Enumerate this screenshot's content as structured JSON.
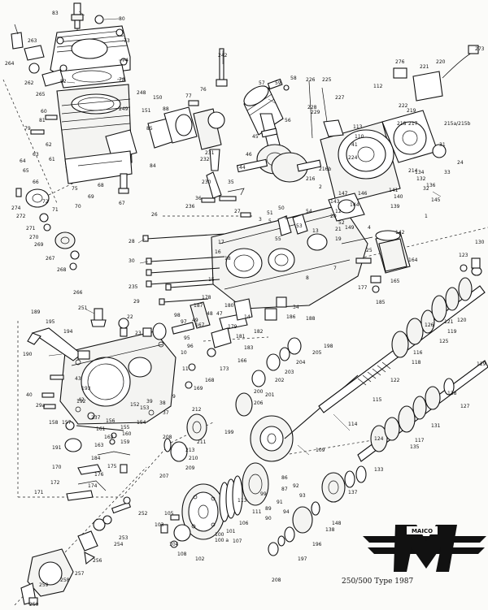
{
  "caption": "250/500 Type 1987",
  "logo_text": "MAICO",
  "callouts": [
    {
      "id": "c83",
      "label": "83"
    },
    {
      "id": "c80",
      "label": "80"
    },
    {
      "id": "c73",
      "label": "73"
    },
    {
      "id": "c74",
      "label": "74"
    },
    {
      "id": "c78",
      "label": "78"
    },
    {
      "id": "c82",
      "label": "82"
    },
    {
      "id": "c60",
      "label": "60"
    },
    {
      "id": "c79",
      "label": "79"
    },
    {
      "id": "c81",
      "label": "81"
    },
    {
      "id": "c75",
      "label": "75"
    },
    {
      "id": "c67",
      "label": "67"
    },
    {
      "id": "c242",
      "label": "242"
    },
    {
      "id": "c57",
      "label": "57"
    },
    {
      "id": "c59",
      "label": "59"
    },
    {
      "id": "c58",
      "label": "58"
    },
    {
      "id": "c56",
      "label": "56"
    },
    {
      "id": "c46",
      "label": "46"
    },
    {
      "id": "c44",
      "label": "44"
    },
    {
      "id": "c230",
      "label": "230"
    },
    {
      "id": "c84",
      "label": "84"
    },
    {
      "id": "c226",
      "label": "226"
    },
    {
      "id": "c225",
      "label": "225"
    },
    {
      "id": "c227",
      "label": "227"
    },
    {
      "id": "c228",
      "label": "228"
    },
    {
      "id": "c112",
      "label": "112"
    },
    {
      "id": "c276",
      "label": "276"
    },
    {
      "id": "c221",
      "label": "221"
    },
    {
      "id": "c220",
      "label": "220"
    },
    {
      "id": "c273",
      "label": "273"
    },
    {
      "id": "c222",
      "label": "222"
    },
    {
      "id": "c215a",
      "label": "215a/215b"
    },
    {
      "id": "c31",
      "label": "31"
    },
    {
      "id": "c33",
      "label": "33"
    },
    {
      "id": "c164",
      "label": "164"
    },
    {
      "id": "c274",
      "label": "274"
    },
    {
      "id": "c272",
      "label": "272"
    },
    {
      "id": "c271",
      "label": "271"
    },
    {
      "id": "c270",
      "label": "270"
    },
    {
      "id": "c269",
      "label": "269"
    },
    {
      "id": "c267",
      "label": "267"
    },
    {
      "id": "c268",
      "label": "268"
    },
    {
      "id": "c266",
      "label": "266"
    },
    {
      "id": "c28",
      "label": "28"
    },
    {
      "id": "c30",
      "label": "30"
    },
    {
      "id": "c235",
      "label": "235"
    },
    {
      "id": "c29",
      "label": "29"
    },
    {
      "id": "c251",
      "label": "251"
    },
    {
      "id": "c189",
      "label": "189"
    },
    {
      "id": "c190",
      "label": "190"
    },
    {
      "id": "c195",
      "label": "195"
    },
    {
      "id": "c194",
      "label": "194"
    },
    {
      "id": "c22",
      "label": "22"
    },
    {
      "id": "c23",
      "label": "23"
    },
    {
      "id": "c40",
      "label": "40"
    },
    {
      "id": "c29a",
      "label": "29a"
    },
    {
      "id": "c158",
      "label": "158"
    },
    {
      "id": "c157",
      "label": "157"
    },
    {
      "id": "c155",
      "label": "155"
    },
    {
      "id": "c160",
      "label": "160"
    },
    {
      "id": "c159",
      "label": "159"
    },
    {
      "id": "c191",
      "label": "191"
    },
    {
      "id": "c170",
      "label": "170"
    },
    {
      "id": "c171",
      "label": "171"
    },
    {
      "id": "c172",
      "label": "172"
    },
    {
      "id": "c208",
      "label": "208"
    },
    {
      "id": "c207",
      "label": "207"
    },
    {
      "id": "c212",
      "label": "212"
    },
    {
      "id": "c199",
      "label": "199"
    },
    {
      "id": "c114",
      "label": "114"
    },
    {
      "id": "c109",
      "label": "109"
    },
    {
      "id": "c99",
      "label": "99"
    },
    {
      "id": "c86",
      "label": "86"
    },
    {
      "id": "c102",
      "label": "102"
    },
    {
      "id": "c100",
      "label": "100\n100 a"
    },
    {
      "id": "c103",
      "label": "103"
    },
    {
      "id": "c105",
      "label": "105"
    },
    {
      "id": "c252",
      "label": "252"
    },
    {
      "id": "c253",
      "label": "253"
    },
    {
      "id": "c254",
      "label": "254"
    },
    {
      "id": "c256",
      "label": "256"
    },
    {
      "id": "c257",
      "label": "257"
    },
    {
      "id": "c258",
      "label": "258"
    },
    {
      "id": "c259",
      "label": "259"
    },
    {
      "id": "c250",
      "label": "250"
    },
    {
      "id": "c130",
      "label": "130"
    },
    {
      "id": "c123",
      "label": "123"
    },
    {
      "id": "c127",
      "label": "127"
    },
    {
      "id": "c129",
      "label": "129"
    },
    {
      "id": "c128",
      "label": "128"
    },
    {
      "id": "c117",
      "label": "117"
    },
    {
      "id": "c131",
      "label": "131"
    },
    {
      "id": "c135",
      "label": "135"
    },
    {
      "id": "c133",
      "label": "133"
    },
    {
      "id": "c137",
      "label": "137"
    },
    {
      "id": "c138",
      "label": "138"
    },
    {
      "id": "c148",
      "label": "148"
    },
    {
      "id": "c197",
      "label": "197"
    },
    {
      "id": "c196",
      "label": "196"
    },
    {
      "id": "c208b",
      "label": "208"
    },
    {
      "id": "c122",
      "label": "122"
    },
    {
      "id": "c115",
      "label": "115"
    },
    {
      "id": "c118",
      "label": "118"
    },
    {
      "id": "c116",
      "label": "116"
    },
    {
      "id": "c126",
      "label": "126"
    },
    {
      "id": "c121",
      "label": "121"
    },
    {
      "id": "c125",
      "label": "125"
    },
    {
      "id": "c119",
      "label": "119"
    },
    {
      "id": "c124",
      "label": "124"
    },
    {
      "id": "c113",
      "label": "113"
    },
    {
      "id": "c110",
      "label": "110"
    },
    {
      "id": "c41",
      "label": "41"
    },
    {
      "id": "c216b",
      "label": "216b"
    },
    {
      "id": "c217",
      "label": "217"
    },
    {
      "id": "c218",
      "label": "218"
    },
    {
      "id": "c143",
      "label": "143"
    },
    {
      "id": "c145",
      "label": "145"
    },
    {
      "id": "c142",
      "label": "142"
    },
    {
      "id": "c165",
      "label": "165"
    },
    {
      "id": "c185",
      "label": "185"
    },
    {
      "id": "c188",
      "label": "188"
    },
    {
      "id": "c198",
      "label": "198"
    },
    {
      "id": "c205",
      "label": "205"
    },
    {
      "id": "c204",
      "label": "204"
    },
    {
      "id": "c203",
      "label": "203"
    },
    {
      "id": "c202",
      "label": "202"
    },
    {
      "id": "c201",
      "label": "201"
    },
    {
      "id": "c168",
      "label": "168"
    },
    {
      "id": "c173",
      "label": "173"
    },
    {
      "id": "c166",
      "label": "166"
    },
    {
      "id": "c184",
      "label": "184"
    },
    {
      "id": "c175",
      "label": "175"
    },
    {
      "id": "c176",
      "label": "176"
    },
    {
      "id": "c113b",
      "label": "113"
    },
    {
      "id": "c111",
      "label": "111"
    },
    {
      "id": "c106",
      "label": "106"
    },
    {
      "id": "c101",
      "label": "101"
    },
    {
      "id": "c108",
      "label": "108"
    },
    {
      "id": "c104",
      "label": "104"
    },
    {
      "id": "c209",
      "label": "209"
    },
    {
      "id": "c210",
      "label": "210"
    },
    {
      "id": "c36",
      "label": "36"
    },
    {
      "id": "c35",
      "label": "35"
    },
    {
      "id": "c27",
      "label": "27"
    },
    {
      "id": "c88",
      "label": "88"
    },
    {
      "id": "c85",
      "label": "85"
    },
    {
      "id": "c248",
      "label": "248"
    },
    {
      "id": "c249",
      "label": "249"
    },
    {
      "id": "c77",
      "label": "77"
    },
    {
      "id": "c76",
      "label": "76"
    },
    {
      "id": "c264",
      "label": "264"
    },
    {
      "id": "c263",
      "label": "263"
    },
    {
      "id": "c262",
      "label": "262"
    },
    {
      "id": "c265",
      "label": "265"
    },
    {
      "id": "c1",
      "label": "1"
    },
    {
      "id": "c2",
      "label": "2"
    },
    {
      "id": "c3",
      "label": "3"
    },
    {
      "id": "c5",
      "label": "5"
    },
    {
      "id": "c6",
      "label": "6"
    },
    {
      "id": "c7",
      "label": "7"
    },
    {
      "id": "c9",
      "label": "9"
    },
    {
      "id": "c10",
      "label": "10"
    },
    {
      "id": "c11",
      "label": "11"
    },
    {
      "id": "c12",
      "label": "12"
    },
    {
      "id": "c16",
      "label": "16"
    },
    {
      "id": "c20",
      "label": "20"
    },
    {
      "id": "c24",
      "label": "24"
    },
    {
      "id": "c25",
      "label": "25"
    },
    {
      "id": "c32",
      "label": "32"
    },
    {
      "id": "c50",
      "label": "50"
    },
    {
      "id": "c51",
      "label": "51"
    },
    {
      "id": "c52",
      "label": "52"
    },
    {
      "id": "c54",
      "label": "54"
    },
    {
      "id": "c34",
      "label": "34"
    },
    {
      "id": "c45",
      "label": "45"
    },
    {
      "id": "c42",
      "label": "42"
    },
    {
      "id": "c150",
      "label": "150"
    },
    {
      "id": "c151",
      "label": "151"
    },
    {
      "id": "c167",
      "label": "167"
    },
    {
      "id": "c237",
      "label": "237"
    },
    {
      "id": "c192",
      "label": "192"
    },
    {
      "id": "c193",
      "label": "193"
    },
    {
      "id": "c178",
      "label": "178"
    },
    {
      "id": "c180",
      "label": "180"
    },
    {
      "id": "c187",
      "label": "187"
    },
    {
      "id": "c15",
      "label": "15"
    },
    {
      "id": "c14",
      "label": "14"
    },
    {
      "id": "c136",
      "label": "136"
    },
    {
      "id": "c134",
      "label": "134"
    },
    {
      "id": "c132",
      "label": "132"
    },
    {
      "id": "c139",
      "label": "139"
    },
    {
      "id": "c140",
      "label": "140"
    },
    {
      "id": "c141",
      "label": "141"
    },
    {
      "id": "c144",
      "label": "144"
    },
    {
      "id": "c146",
      "label": "146"
    },
    {
      "id": "c147",
      "label": "147"
    },
    {
      "id": "c149",
      "label": "149"
    },
    {
      "id": "c120",
      "label": "120"
    },
    {
      "id": "c186",
      "label": "186"
    },
    {
      "id": "c174",
      "label": "174"
    },
    {
      "id": "c177",
      "label": "177"
    },
    {
      "id": "c179",
      "label": "179"
    },
    {
      "id": "c181",
      "label": "181"
    },
    {
      "id": "c182",
      "label": "182"
    },
    {
      "id": "c183",
      "label": "183"
    },
    {
      "id": "c200",
      "label": "200"
    },
    {
      "id": "c206",
      "label": "206"
    },
    {
      "id": "c211",
      "label": "211"
    },
    {
      "id": "c213",
      "label": "213"
    },
    {
      "id": "c214",
      "label": "214"
    },
    {
      "id": "c216",
      "label": "216"
    },
    {
      "id": "c219",
      "label": "219"
    },
    {
      "id": "c224",
      "label": "224"
    },
    {
      "id": "c229",
      "label": "229"
    },
    {
      "id": "c231",
      "label": "231"
    },
    {
      "id": "c232",
      "label": "232"
    },
    {
      "id": "c236",
      "label": "236"
    },
    {
      "id": "c26",
      "label": "26"
    },
    {
      "id": "c8",
      "label": "8"
    },
    {
      "id": "c13",
      "label": "13"
    },
    {
      "id": "c18",
      "label": "18"
    },
    {
      "id": "c21",
      "label": "21"
    },
    {
      "id": "c37",
      "label": "37"
    },
    {
      "id": "c38",
      "label": "38"
    },
    {
      "id": "c39",
      "label": "39"
    },
    {
      "id": "c43",
      "label": "43"
    },
    {
      "id": "c47",
      "label": "47"
    },
    {
      "id": "c48",
      "label": "48"
    },
    {
      "id": "c49",
      "label": "49"
    },
    {
      "id": "c53",
      "label": "53"
    },
    {
      "id": "c55",
      "label": "55"
    },
    {
      "id": "c61",
      "label": "61"
    },
    {
      "id": "c62",
      "label": "62"
    },
    {
      "id": "c63",
      "label": "63"
    },
    {
      "id": "c64",
      "label": "64"
    },
    {
      "id": "c65",
      "label": "65"
    },
    {
      "id": "c66",
      "label": "66"
    },
    {
      "id": "c68",
      "label": "68"
    },
    {
      "id": "c69",
      "label": "69"
    },
    {
      "id": "c70",
      "label": "70"
    },
    {
      "id": "c71",
      "label": "71"
    },
    {
      "id": "c72",
      "label": "72"
    },
    {
      "id": "c87",
      "label": "87"
    },
    {
      "id": "c89",
      "label": "89"
    },
    {
      "id": "c90",
      "label": "90"
    },
    {
      "id": "c91",
      "label": "91"
    },
    {
      "id": "c92",
      "label": "92"
    },
    {
      "id": "c93",
      "label": "93"
    },
    {
      "id": "c94",
      "label": "94"
    },
    {
      "id": "c95",
      "label": "95"
    },
    {
      "id": "c96",
      "label": "96"
    },
    {
      "id": "c97",
      "label": "97"
    },
    {
      "id": "c98",
      "label": "98"
    },
    {
      "id": "c107",
      "label": "107"
    },
    {
      "id": "c152",
      "label": "152"
    },
    {
      "id": "c153",
      "label": "153"
    },
    {
      "id": "c154",
      "label": "154"
    },
    {
      "id": "c156",
      "label": "156"
    },
    {
      "id": "c161",
      "label": "161"
    },
    {
      "id": "c162",
      "label": "162"
    },
    {
      "id": "c163",
      "label": "163"
    },
    {
      "id": "c169",
      "label": "169"
    },
    {
      "id": "c4",
      "label": "4"
    },
    {
      "id": "c17",
      "label": "17"
    },
    {
      "id": "c19",
      "label": "19"
    }
  ]
}
